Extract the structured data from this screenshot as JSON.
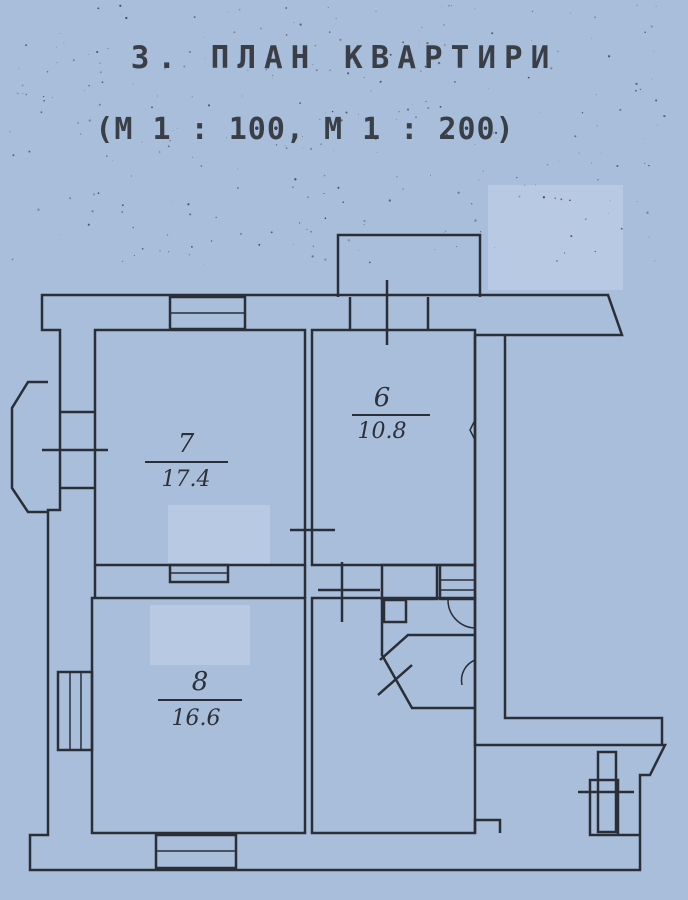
{
  "header": {
    "title": "3. ПЛАН КВАРТИРИ",
    "scale": "(M 1 : 100, M 1 : 200)"
  },
  "rooms": [
    {
      "number": "7",
      "area": "17.4"
    },
    {
      "number": "6",
      "area": "10.8"
    },
    {
      "number": "8",
      "area": "16.6"
    }
  ],
  "colors": {
    "paper": "#a9bedb",
    "wall_line": "#2a2e36",
    "patch": "#b7c9e3"
  }
}
